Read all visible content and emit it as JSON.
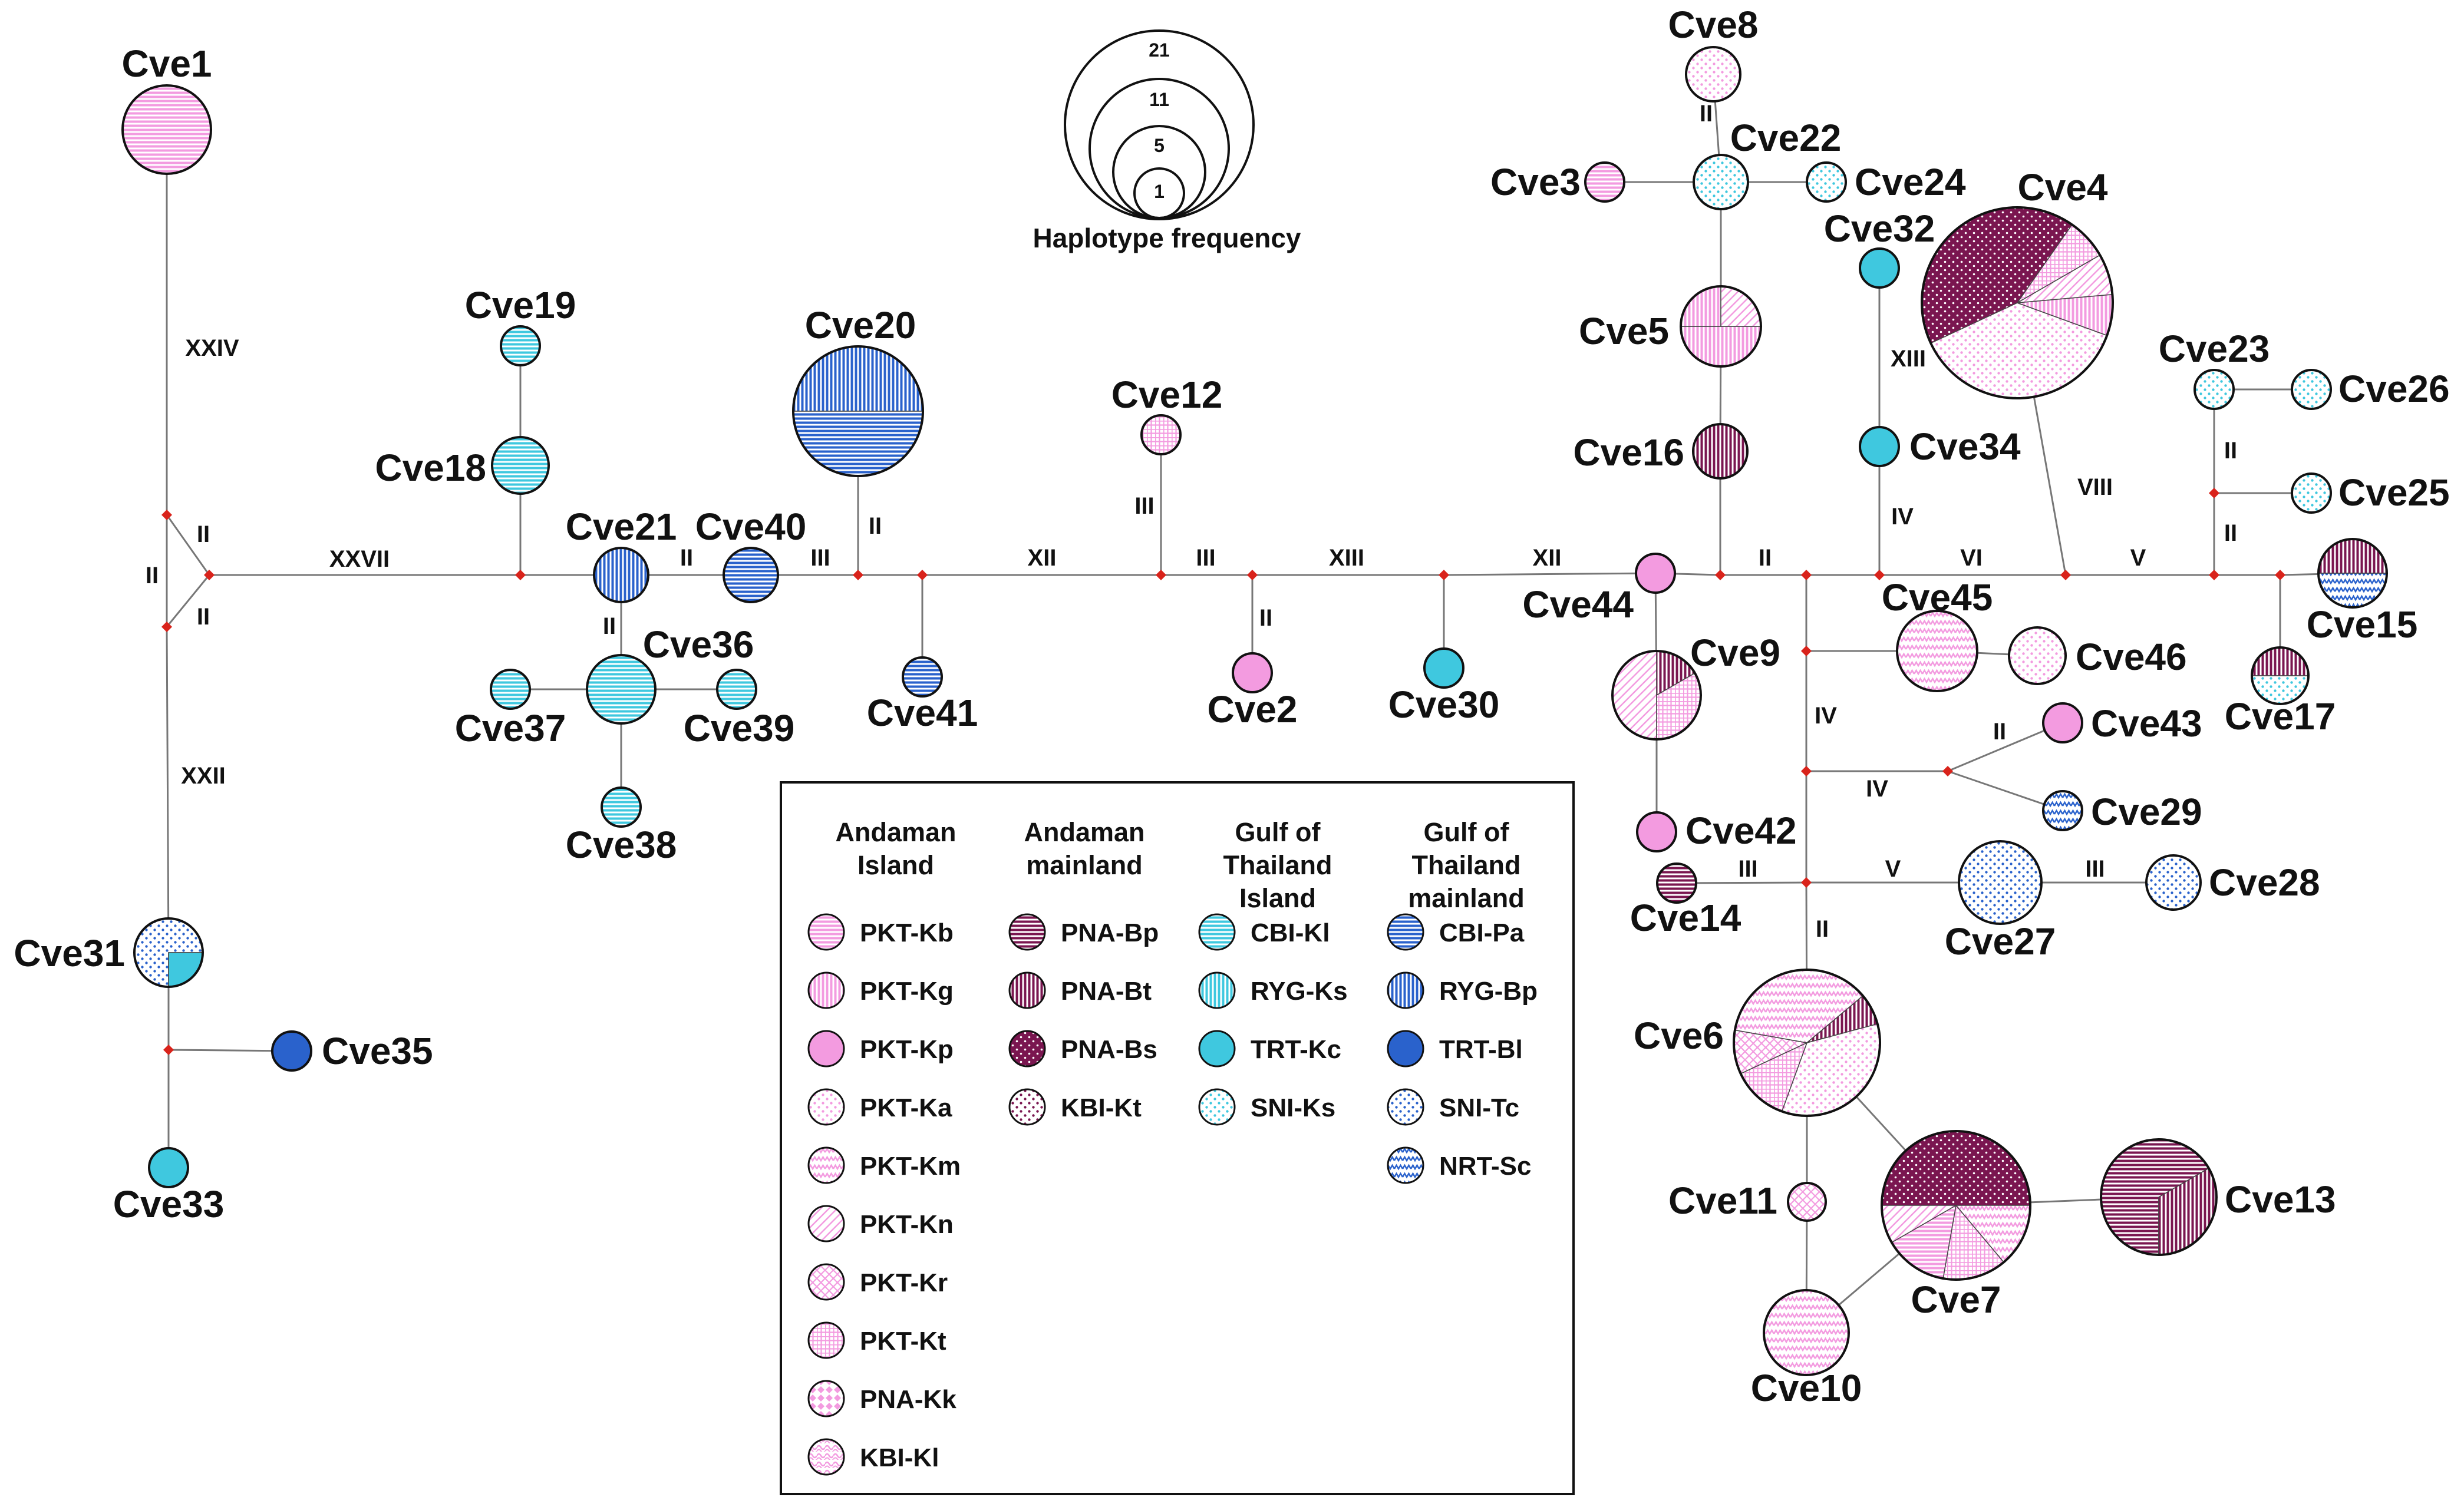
{
  "frequency_key": {
    "title": "Haplotype frequency",
    "values": [
      "21",
      "11",
      "5",
      "1"
    ]
  },
  "legend": {
    "groups": [
      {
        "heading": [
          "Andaman",
          "Island"
        ],
        "items": [
          {
            "code": "PKT-Kb",
            "color": "#f39be0",
            "pattern": "hlines"
          },
          {
            "code": "PKT-Kg",
            "color": "#f39be0",
            "pattern": "vlines"
          },
          {
            "code": "PKT-Kp",
            "color": "#f39be0",
            "pattern": "solid"
          },
          {
            "code": "PKT-Ka",
            "color": "#f39be0",
            "pattern": "dots"
          },
          {
            "code": "PKT-Km",
            "color": "#f39be0",
            "pattern": "zigzag"
          },
          {
            "code": "PKT-Kn",
            "color": "#f39be0",
            "pattern": "diag"
          },
          {
            "code": "PKT-Kr",
            "color": "#f39be0",
            "pattern": "cross"
          },
          {
            "code": "PKT-Kt",
            "color": "#f39be0",
            "pattern": "grid"
          },
          {
            "code": "PNA-Kk",
            "color": "#f39be0",
            "pattern": "diamond"
          },
          {
            "code": "KBI-Kl",
            "color": "#f39be0",
            "pattern": "weave"
          }
        ]
      },
      {
        "heading": [
          "Andaman",
          "mainland"
        ],
        "items": [
          {
            "code": "PNA-Bp",
            "color": "#7a1650",
            "pattern": "hlines"
          },
          {
            "code": "PNA-Bt",
            "color": "#7a1650",
            "pattern": "vlines"
          },
          {
            "code": "PNA-Bs",
            "color": "#7a1650",
            "pattern": "dense"
          },
          {
            "code": "KBI-Kt",
            "color": "#7a1650",
            "pattern": "dots"
          }
        ]
      },
      {
        "heading": [
          "Gulf of",
          "Thailand",
          "Island"
        ],
        "items": [
          {
            "code": "CBI-Kl",
            "color": "#3fc8df",
            "pattern": "hlines"
          },
          {
            "code": "RYG-Ks",
            "color": "#3fc8df",
            "pattern": "vlines"
          },
          {
            "code": "TRT-Kc",
            "color": "#3fc8df",
            "pattern": "solid"
          },
          {
            "code": "SNI-Ks",
            "color": "#3fc8df",
            "pattern": "dots"
          }
        ]
      },
      {
        "heading": [
          "Gulf of",
          "Thailand",
          "mainland"
        ],
        "items": [
          {
            "code": "CBI-Pa",
            "color": "#2a62cc",
            "pattern": "hlines"
          },
          {
            "code": "RYG-Bp",
            "color": "#2a62cc",
            "pattern": "vlines"
          },
          {
            "code": "TRT-Bl",
            "color": "#2a62cc",
            "pattern": "solid"
          },
          {
            "code": "SNI-Tc",
            "color": "#2a62cc",
            "pattern": "dots"
          },
          {
            "code": "NRT-Sc",
            "color": "#2a62cc",
            "pattern": "zigzag"
          }
        ]
      }
    ]
  },
  "haplotypes": [
    {
      "id": "Cve1",
      "populations": [
        "PKT-Kb"
      ]
    },
    {
      "id": "Cve2",
      "populations": [
        "PKT-Kp"
      ]
    },
    {
      "id": "Cve3",
      "populations": [
        "PKT-Kb"
      ]
    },
    {
      "id": "Cve4",
      "populations": [
        "PKT-Ka",
        "PNA-Bs",
        "PKT-Kt",
        "PKT-Kn",
        "PKT-Kg"
      ]
    },
    {
      "id": "Cve5",
      "populations": [
        "PKT-Kg",
        "PKT-Kn"
      ]
    },
    {
      "id": "Cve6",
      "populations": [
        "PKT-Ka",
        "PNA-Bt",
        "PKT-Kt",
        "PKT-Kr",
        "PKT-Km"
      ]
    },
    {
      "id": "Cve7",
      "populations": [
        "PNA-Bs",
        "PKT-Km",
        "PKT-Kt",
        "PKT-Kb",
        "PKT-Kn"
      ]
    },
    {
      "id": "Cve8",
      "populations": [
        "PKT-Ka"
      ]
    },
    {
      "id": "Cve9",
      "populations": [
        "PKT-Kn",
        "PNA-Bt",
        "PKT-Kt",
        "PKT-Km"
      ]
    },
    {
      "id": "Cve10",
      "populations": [
        "PKT-Km"
      ]
    },
    {
      "id": "Cve11",
      "populations": [
        "PKT-Kr"
      ]
    },
    {
      "id": "Cve12",
      "populations": [
        "PKT-Kt"
      ]
    },
    {
      "id": "Cve13",
      "populations": [
        "PNA-Bp",
        "PNA-Bt"
      ]
    },
    {
      "id": "Cve14",
      "populations": [
        "PNA-Bp"
      ]
    },
    {
      "id": "Cve15",
      "populations": [
        "PNA-Bt",
        "NRT-Sc"
      ]
    },
    {
      "id": "Cve16",
      "populations": [
        "PNA-Bt"
      ]
    },
    {
      "id": "Cve17",
      "populations": [
        "PNA-Bt",
        "SNI-Ks"
      ]
    },
    {
      "id": "Cve18",
      "populations": [
        "CBI-Kl"
      ]
    },
    {
      "id": "Cve19",
      "populations": [
        "CBI-Kl"
      ]
    },
    {
      "id": "Cve20",
      "populations": [
        "RYG-Bp",
        "CBI-Pa"
      ]
    },
    {
      "id": "Cve21",
      "populations": [
        "RYG-Bp"
      ]
    },
    {
      "id": "Cve22",
      "populations": [
        "SNI-Ks"
      ]
    },
    {
      "id": "Cve23",
      "populations": [
        "SNI-Ks"
      ]
    },
    {
      "id": "Cve24",
      "populations": [
        "SNI-Ks"
      ]
    },
    {
      "id": "Cve25",
      "populations": [
        "SNI-Ks"
      ]
    },
    {
      "id": "Cve26",
      "populations": [
        "SNI-Ks"
      ]
    },
    {
      "id": "Cve27",
      "populations": [
        "SNI-Tc"
      ]
    },
    {
      "id": "Cve28",
      "populations": [
        "SNI-Tc"
      ]
    },
    {
      "id": "Cve29",
      "populations": [
        "NRT-Sc"
      ]
    },
    {
      "id": "Cve30",
      "populations": [
        "TRT-Kc"
      ]
    },
    {
      "id": "Cve31",
      "populations": [
        "SNI-Tc",
        "TRT-Kc"
      ]
    },
    {
      "id": "Cve32",
      "populations": [
        "TRT-Kc"
      ]
    },
    {
      "id": "Cve33",
      "populations": [
        "TRT-Kc"
      ]
    },
    {
      "id": "Cve34",
      "populations": [
        "TRT-Kc"
      ]
    },
    {
      "id": "Cve35",
      "populations": [
        "TRT-Bl"
      ]
    },
    {
      "id": "Cve36",
      "populations": [
        "CBI-Kl"
      ]
    },
    {
      "id": "Cve37",
      "populations": [
        "CBI-Kl"
      ]
    },
    {
      "id": "Cve38",
      "populations": [
        "CBI-Kl"
      ]
    },
    {
      "id": "Cve39",
      "populations": [
        "CBI-Kl"
      ]
    },
    {
      "id": "Cve40",
      "populations": [
        "CBI-Pa"
      ]
    },
    {
      "id": "Cve41",
      "populations": [
        "CBI-Pa"
      ]
    },
    {
      "id": "Cve42",
      "populations": [
        "PKT-Kp"
      ]
    },
    {
      "id": "Cve43",
      "populations": [
        "PKT-Kp"
      ]
    },
    {
      "id": "Cve44",
      "populations": [
        "PKT-Kp"
      ]
    },
    {
      "id": "Cve45",
      "populations": [
        "PKT-Km"
      ]
    },
    {
      "id": "Cve46",
      "populations": [
        "PKT-Ka"
      ]
    }
  ],
  "mutation_labels": [
    "XXIV",
    "II",
    "II",
    "II",
    "XXVII",
    "XXII",
    "II",
    "II",
    "III",
    "II",
    "XII",
    "III",
    "III",
    "II",
    "XIII",
    "XII",
    "II",
    "II",
    "XIII",
    "IV",
    "VI",
    "VIII",
    "V",
    "II",
    "II",
    "IV",
    "IV",
    "II",
    "III",
    "V",
    "III",
    "II"
  ]
}
